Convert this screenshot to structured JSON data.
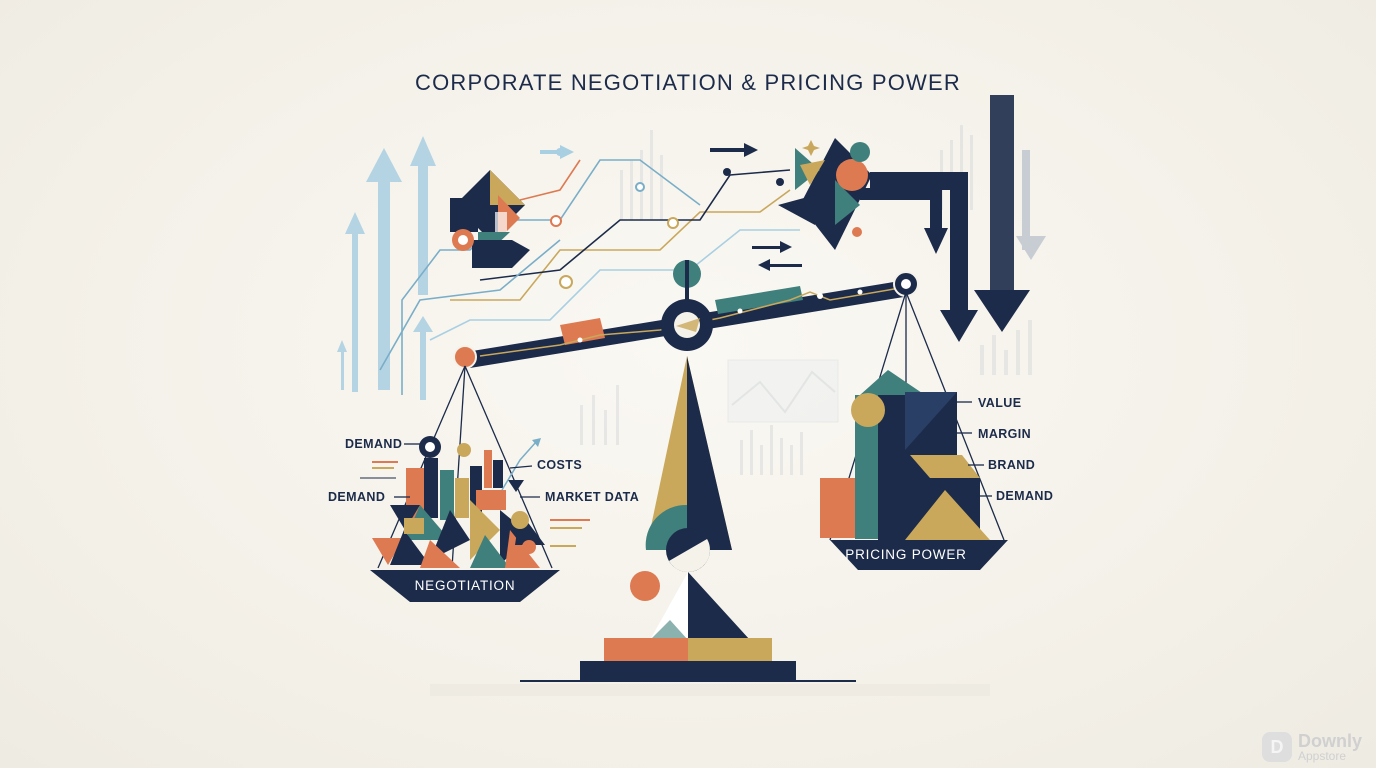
{
  "title": "CORPORATE NEGOTIATION & PRICING POWER",
  "left_pan": {
    "label": "NEGOTIATION",
    "callouts": [
      "DEMAND",
      "DEMAND",
      "COSTS",
      "MARKET DATA"
    ]
  },
  "right_pan": {
    "label": "PRICING POWER",
    "callouts": [
      "VALUE",
      "MARGIN",
      "BRAND",
      "DEMAND"
    ]
  },
  "colors": {
    "navy": "#1c2b4a",
    "teal": "#3f7f7c",
    "gold": "#c9a85c",
    "coral": "#de7a52",
    "light_blue": "#a9cfe3"
  },
  "watermark": {
    "logo_letter": "D",
    "line1": "Downly",
    "line2": "Appstore"
  }
}
